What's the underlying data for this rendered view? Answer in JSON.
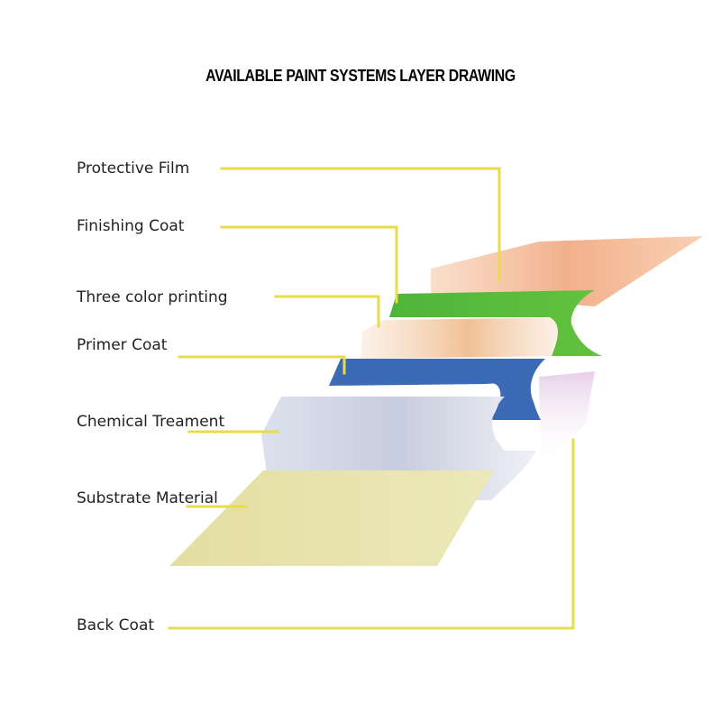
{
  "title": "AVAILABLE PAINT SYSTEMS LAYER DRAWING",
  "layers": [
    {
      "label": "Protective Film",
      "color": "#f2b58f"
    },
    {
      "label": "Finishing Coat",
      "color": "#5cbf3c"
    },
    {
      "label": "Three color printing",
      "color": "#e8a870"
    },
    {
      "label": "Primer Coat",
      "color": "#3d6bb5"
    },
    {
      "label": "Chemical Treament",
      "color": "#c8d0e2"
    },
    {
      "label": "Substrate Material",
      "color": "#e6e2a8"
    },
    {
      "label": "Back Coat",
      "color": "#e0c8e4"
    }
  ],
  "leader_color": "#e8dc4a"
}
